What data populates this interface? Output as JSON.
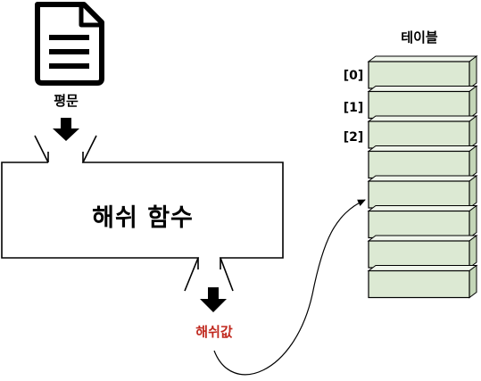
{
  "plaintext": {
    "label": "평문",
    "icon": "document-icon"
  },
  "hash_function": {
    "label": "해쉬 함수"
  },
  "hash_value": {
    "label": "해쉬값",
    "color": "#c0281e"
  },
  "table": {
    "title": "테이블",
    "slot_count": 8,
    "index_labels": [
      "[0]",
      "[1]",
      "[2]"
    ],
    "slot_fill": "#dce9d3",
    "slot_top_fill": "#f0f6ec"
  }
}
